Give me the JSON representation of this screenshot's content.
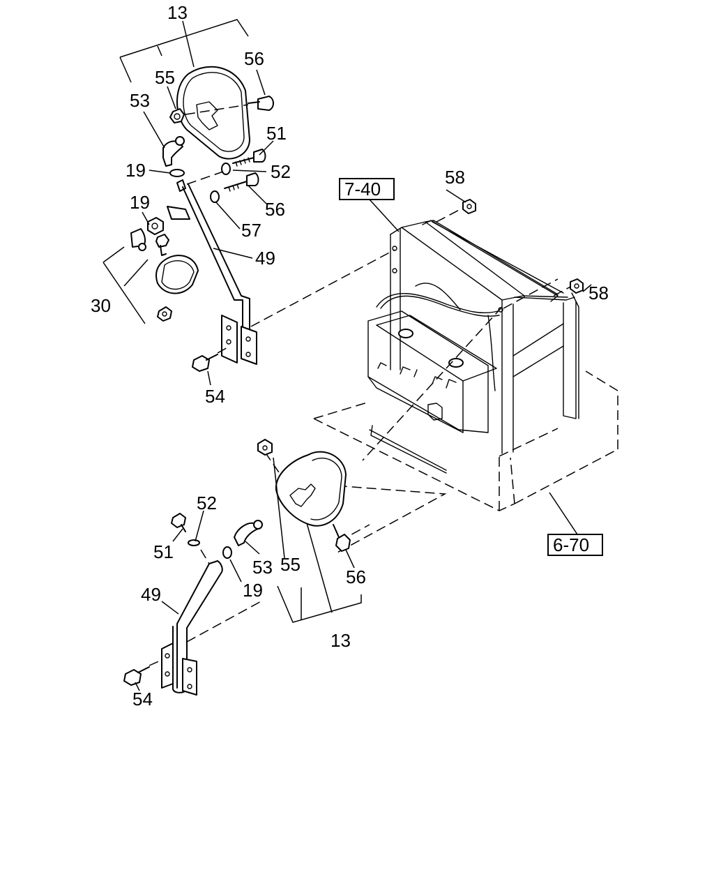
{
  "callouts": {
    "c13_top": "13",
    "c56_top": "56",
    "c55_top": "55",
    "c53_top": "53",
    "c51_top": "51",
    "c19_a": "19",
    "c52_top": "52",
    "c19_b": "19",
    "c56_mid": "56",
    "c57": "57",
    "c49_top": "49",
    "c30": "30",
    "c54_top": "54",
    "c58_a": "58",
    "c58_b": "58",
    "c52_bot": "52",
    "c51_bot": "51",
    "c53_bot": "53",
    "c55_bot": "55",
    "c56_bot": "56",
    "c19_bot": "19",
    "c49_bot": "49",
    "c13_bot": "13",
    "c54_bot": "54"
  },
  "references": {
    "ref_7_40": "7-40",
    "ref_6_70": "6-70"
  }
}
